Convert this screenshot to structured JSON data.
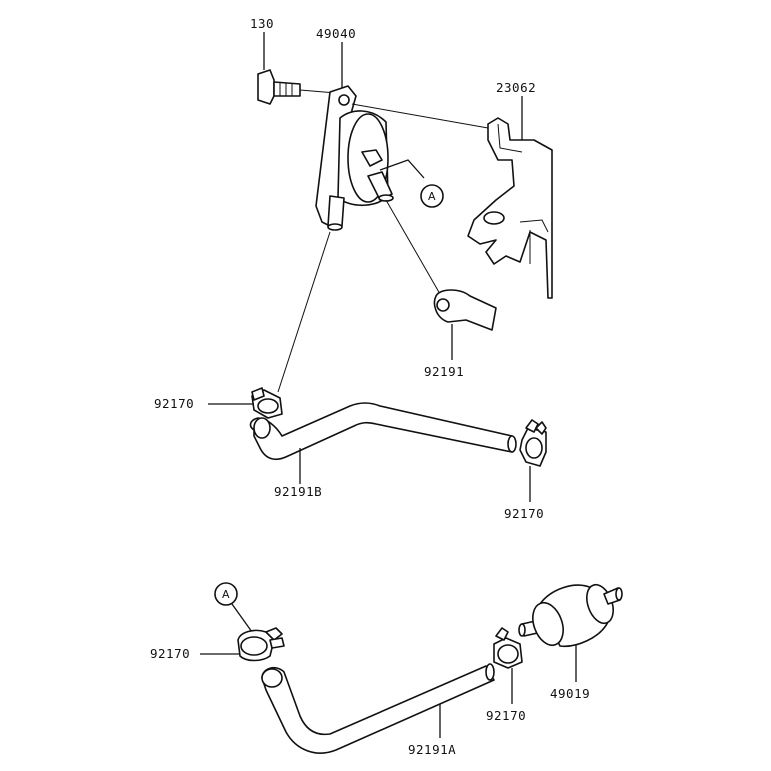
{
  "parts": {
    "p130": "130",
    "p49040": "49040",
    "p23062": "23062",
    "p92191": "92191",
    "p92170_left_upper": "92170",
    "p92191B": "92191B",
    "p92170_right_upper": "92170",
    "p92170_left_lower": "92170",
    "p92170_mid_lower": "92170",
    "p49019": "49019",
    "p92191A": "92191A"
  },
  "refs": {
    "a_upper": "A",
    "a_lower": "A"
  }
}
